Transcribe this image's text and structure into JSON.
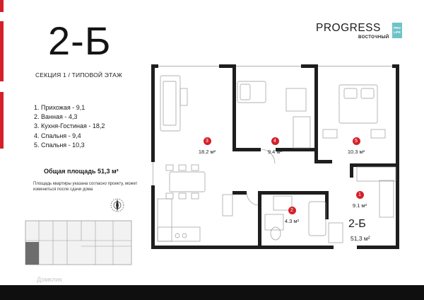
{
  "apartment": {
    "code": "2-Б"
  },
  "section_label": "СЕКЦИЯ 1 / ТИПОВОЙ ЭТАЖ",
  "rooms_list": [
    "1. Прихожая - 9,1",
    "2. Ванная - 4,3",
    "3. Кухня-Гостиная - 18,2",
    "4. Спальня - 9,4",
    "5. Спальня - 10,3"
  ],
  "total_area": "Общая площадь 51,3 м²",
  "note": "Площадь квартиры указана согласно проекту, может измениться после сдачи дома",
  "logo": {
    "name": "PROGRESS",
    "sub": "ВОСТОЧНЫЙ",
    "badge_top": "PRO",
    "badge_bottom": "LIFE"
  },
  "plan": {
    "rooms": [
      {
        "num": "3",
        "area": "18.2 м²"
      },
      {
        "num": "4",
        "area": "9.4 м²"
      },
      {
        "num": "5",
        "area": "10.3 м²"
      },
      {
        "num": "1",
        "area": "9.1 м²"
      },
      {
        "num": "2",
        "area": "4.3 м²"
      }
    ],
    "code": "2-Б",
    "total": "51,3 м²"
  },
  "watermark": "Домклик",
  "colors": {
    "accent": "#d4202a",
    "logo_badge": "#6ec3c8",
    "footer": "#0f0f0f"
  }
}
